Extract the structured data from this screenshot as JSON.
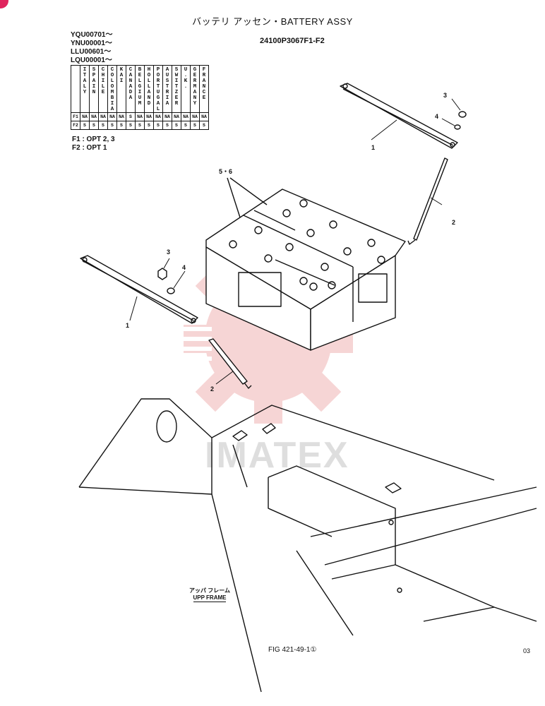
{
  "header": {
    "title": "バッテリ アッセン・BATTERY ASSY",
    "part_number": "24100P3067F1-F2"
  },
  "serials": [
    "YQU00701～",
    "YNU00001～",
    "LLU00601～",
    "LQU00001～"
  ],
  "table": {
    "countries": [
      "I T A L Y",
      "S P A I N",
      "C H I L E",
      "C O L O M B I A",
      "K A I",
      "C A N A D A",
      "B E L G I U M",
      "H O L L A N D",
      "P O R T U G A L",
      "A U S T R I A",
      "S W I T Z E R",
      "U . K .",
      "G E R M A N Y",
      "F R A N C E"
    ],
    "rows": [
      {
        "label": "F1",
        "cells": [
          "NA",
          "NA",
          "NA",
          "NA",
          "NA",
          "S",
          "NA",
          "NA",
          "NA",
          "NA",
          "NA",
          "NA",
          "NA",
          "NA"
        ]
      },
      {
        "label": "F2",
        "cells": [
          "S",
          "S",
          "S",
          "S",
          "S",
          "S",
          "S",
          "S",
          "S",
          "S",
          "S",
          "S",
          "S",
          "S"
        ]
      }
    ]
  },
  "options": [
    "F1 : OPT 2, 3",
    "F2 : OPT 1"
  ],
  "callouts": {
    "c56": "5・6",
    "c1a": "1",
    "c2a": "2",
    "c3a": "3",
    "c4a": "4",
    "c1b": "1",
    "c2b": "2",
    "c3b": "3",
    "c4b": "4"
  },
  "frame_label": {
    "jp": "アッパ フレーム",
    "en": "UPP FRAME"
  },
  "footer": {
    "figure": "FIG 421-49-1①",
    "page": "03"
  },
  "watermark": "IMATEX",
  "colors": {
    "watermark": "#f4c7c7",
    "corner_mark": "#e0245e",
    "line": "#111111"
  }
}
